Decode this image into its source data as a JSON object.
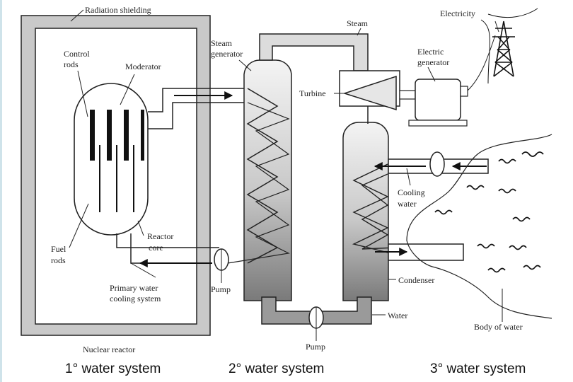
{
  "labels": {
    "radiation_shielding": "Radiation shielding",
    "control_rods_1": "Control",
    "control_rods_2": "rods",
    "moderator": "Moderator",
    "fuel_rods_1": "Fuel",
    "fuel_rods_2": "rods",
    "reactor_core_1": "Reactor",
    "reactor_core_2": "core",
    "primary_cooling_1": "Primary water",
    "primary_cooling_2": "cooling system",
    "nuclear_reactor": "Nuclear reactor",
    "steam_generator_1": "Steam",
    "steam_generator_2": "generator",
    "steam": "Steam",
    "turbine": "Turbine",
    "electricity": "Electricity",
    "electric_generator_1": "Electric",
    "electric_generator_2": "generator",
    "cooling_water_1": "Cooling",
    "cooling_water_2": "water",
    "condenser": "Condenser",
    "water": "Water",
    "pump_left": "Pump",
    "pump_bottom": "Pump",
    "body_of_water": "Body of water"
  },
  "systems": {
    "primary": "1° water system",
    "secondary": "2° water system",
    "tertiary": "3° water system"
  },
  "colors": {
    "shielding": "#c9c9c9",
    "line": "#1a1a1a",
    "tank_top": "#f2f2f2",
    "tank_bottom": "#7a7a7a"
  }
}
